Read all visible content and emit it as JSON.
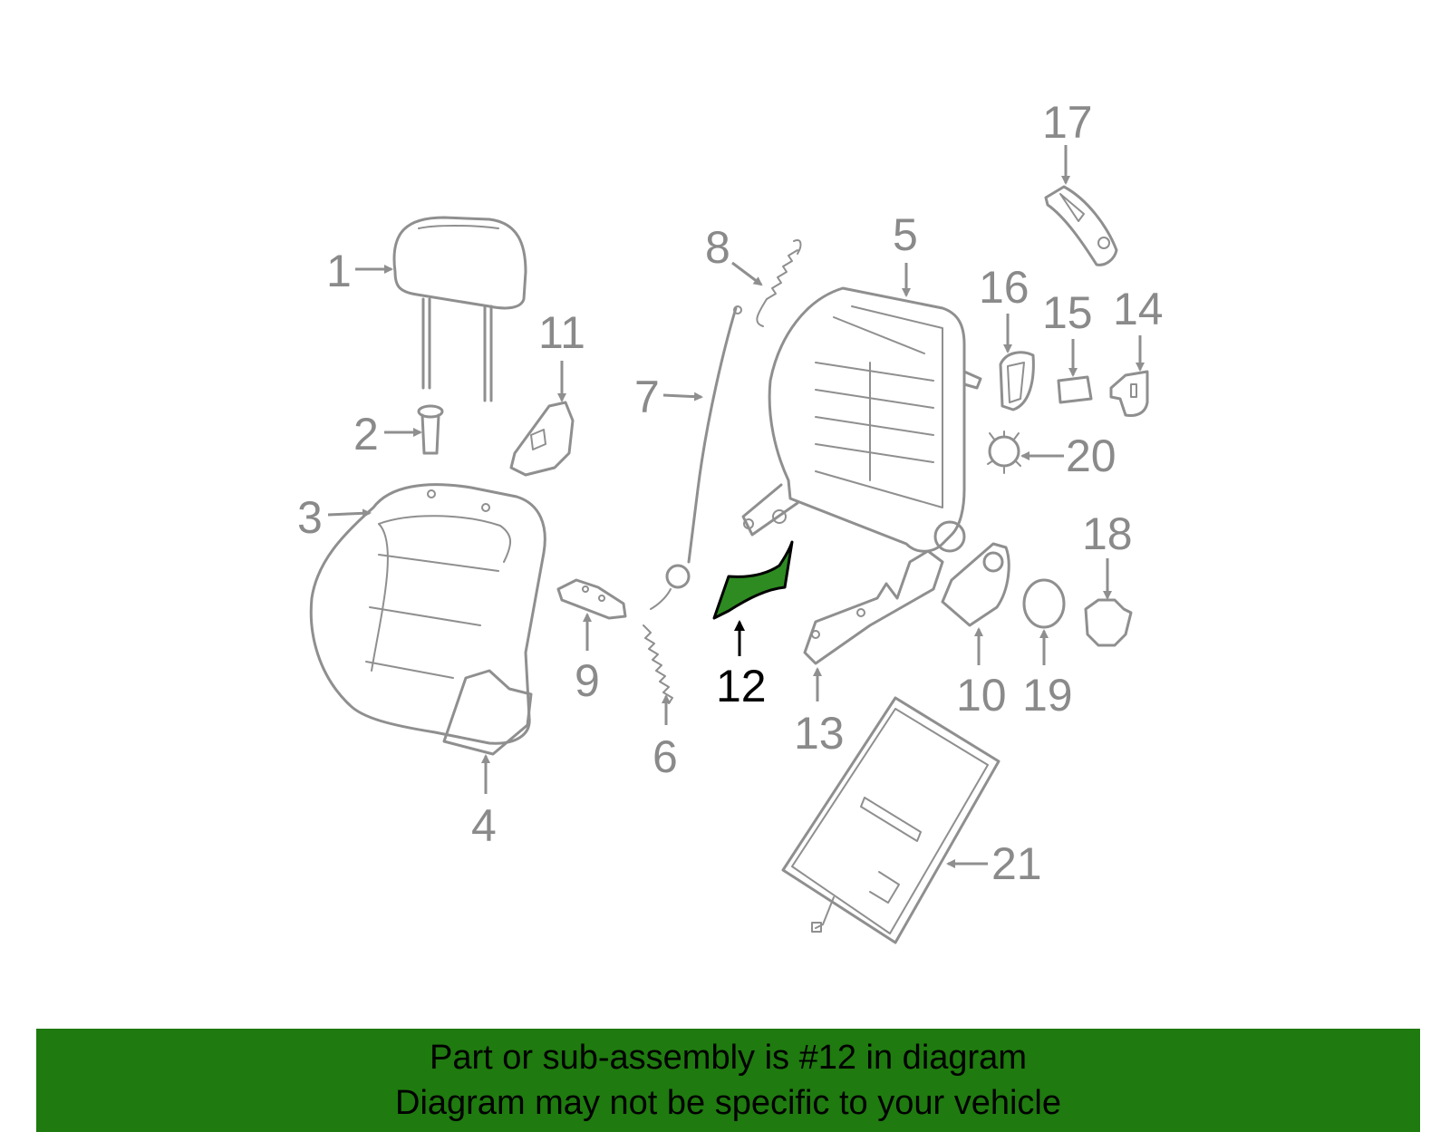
{
  "diagram": {
    "highlight_color": "#2e8b22",
    "banner_color": "#1f7a0f",
    "callouts": [
      {
        "id": "1",
        "label": "1"
      },
      {
        "id": "2",
        "label": "2"
      },
      {
        "id": "3",
        "label": "3"
      },
      {
        "id": "4",
        "label": "4"
      },
      {
        "id": "5",
        "label": "5"
      },
      {
        "id": "6",
        "label": "6"
      },
      {
        "id": "7",
        "label": "7"
      },
      {
        "id": "8",
        "label": "8"
      },
      {
        "id": "9",
        "label": "9"
      },
      {
        "id": "10",
        "label": "10"
      },
      {
        "id": "11",
        "label": "11"
      },
      {
        "id": "12",
        "label": "12",
        "highlighted": true
      },
      {
        "id": "13",
        "label": "13"
      },
      {
        "id": "14",
        "label": "14"
      },
      {
        "id": "15",
        "label": "15"
      },
      {
        "id": "16",
        "label": "16"
      },
      {
        "id": "17",
        "label": "17"
      },
      {
        "id": "18",
        "label": "18"
      },
      {
        "id": "19",
        "label": "19"
      },
      {
        "id": "20",
        "label": "20"
      },
      {
        "id": "21",
        "label": "21"
      }
    ]
  },
  "banner": {
    "line1": "Part or sub-assembly is #12 in diagram",
    "line2": "Diagram may not be specific to your vehicle"
  }
}
